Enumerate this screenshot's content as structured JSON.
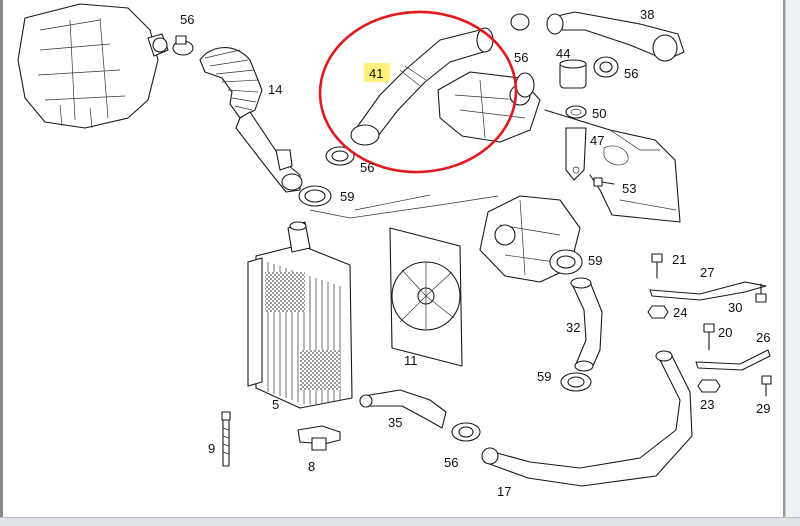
{
  "diagram": {
    "labels": {
      "p56a": "56",
      "p38": "38",
      "p41": "41",
      "p56b": "56",
      "p44": "44",
      "p56c": "56",
      "p14": "14",
      "p50": "50",
      "p47": "47",
      "p56d": "56",
      "p53": "53",
      "p59a": "59",
      "p59b": "59",
      "p21": "21",
      "p27": "27",
      "p30": "30",
      "p24": "24",
      "p32": "32",
      "p20": "20",
      "p26": "26",
      "p11": "11",
      "p59c": "59",
      "p5": "5",
      "p23": "23",
      "p29": "29",
      "p35": "35",
      "p9": "9",
      "p8": "8",
      "p56e": "56",
      "p17": "17"
    },
    "highlighted_part": "41",
    "callout_color": "#e0191f",
    "highlight_color": "#fff17a"
  }
}
